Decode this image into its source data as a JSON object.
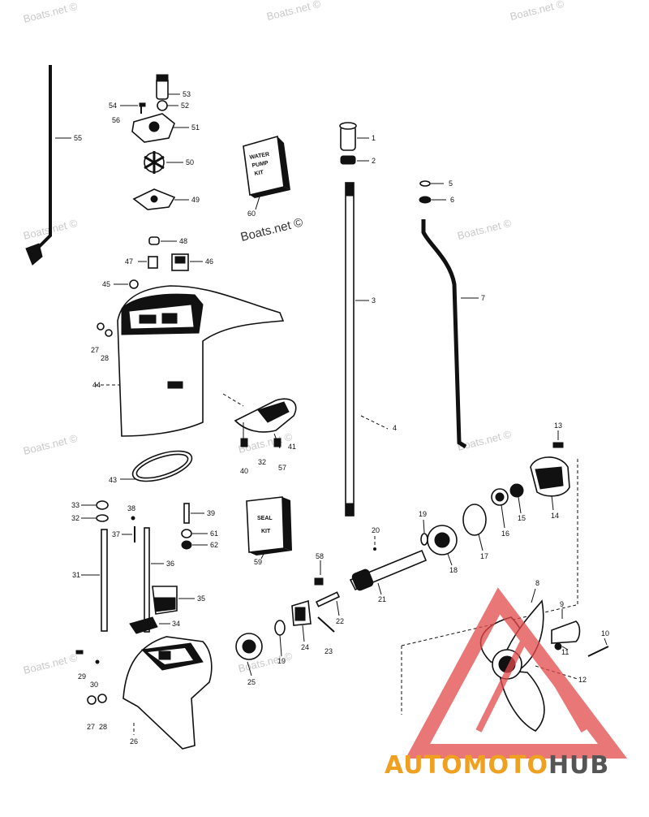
{
  "watermark": "Boats.net ©",
  "watermark_center": "Boats.net ©",
  "kits": {
    "water_pump": [
      "WATER",
      "PUMP",
      "KIT"
    ],
    "seal": [
      "SEAL",
      "KIT"
    ]
  },
  "brand": {
    "auto": "AUTO",
    "moto": "MOTO",
    "hub": "HUB",
    "colors": {
      "auto": "#f0a020",
      "moto": "#f0a020",
      "hub": "#555555",
      "triangle": "#e24a4a"
    }
  },
  "callouts": {
    "c1": "1",
    "c2": "2",
    "c3": "3",
    "c4": "4",
    "c5": "5",
    "c6": "6",
    "c7": "7",
    "c8": "8",
    "c9": "9",
    "c10": "10",
    "c11": "11",
    "c12": "12",
    "c13": "13",
    "c14": "14",
    "c15": "15",
    "c16": "16",
    "c17": "17",
    "c18": "18",
    "c19a": "19",
    "c19b": "19",
    "c20": "20",
    "c21": "21",
    "c22": "22",
    "c23": "23",
    "c24": "24",
    "c25": "25",
    "c26": "26",
    "c27a": "27",
    "c27b": "27",
    "c28a": "28",
    "c28b": "28",
    "c29": "29",
    "c30": "30",
    "c31": "31",
    "c32a": "32",
    "c32b": "32",
    "c33": "33",
    "c34": "34",
    "c35": "35",
    "c36": "36",
    "c37": "37",
    "c38": "38",
    "c39": "39",
    "c40": "40",
    "c41": "41",
    "c43": "43",
    "c44": "44",
    "c45": "45",
    "c46": "46",
    "c47": "47",
    "c48": "48",
    "c49": "49",
    "c50": "50",
    "c51": "51",
    "c52": "52",
    "c53": "53",
    "c54": "54",
    "c55": "55",
    "c56": "56",
    "c57": "57",
    "c58": "58",
    "c59": "59",
    "c60": "60",
    "c61": "61",
    "c62": "62"
  }
}
